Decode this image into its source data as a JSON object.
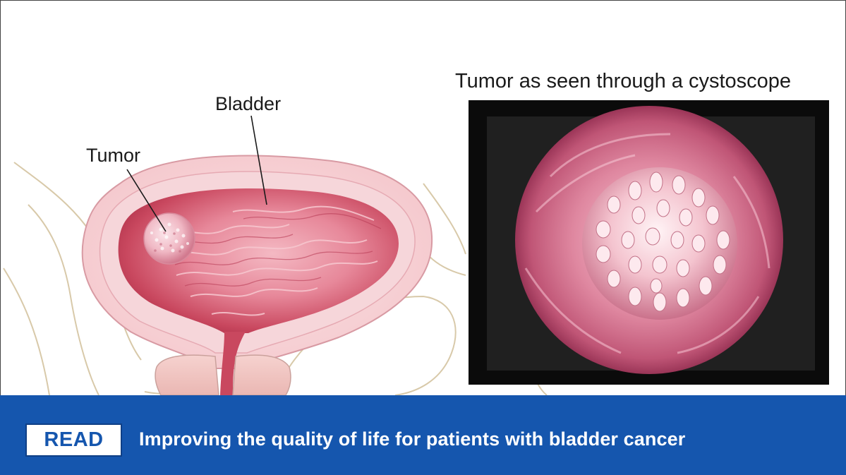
{
  "labels": {
    "bladder": "Bladder",
    "tumor": "Tumor",
    "cystoscope": "Tumor as seen through a cystoscope"
  },
  "cta": {
    "badge": "READ",
    "link": "Improving the quality of life for patients with bladder cancer",
    "bar_color": "#1556ae"
  },
  "icons": {
    "bladder_illustration": "bladder-anatomy-illustration",
    "cystoscope_view": "cystoscope-tumor-photo"
  }
}
